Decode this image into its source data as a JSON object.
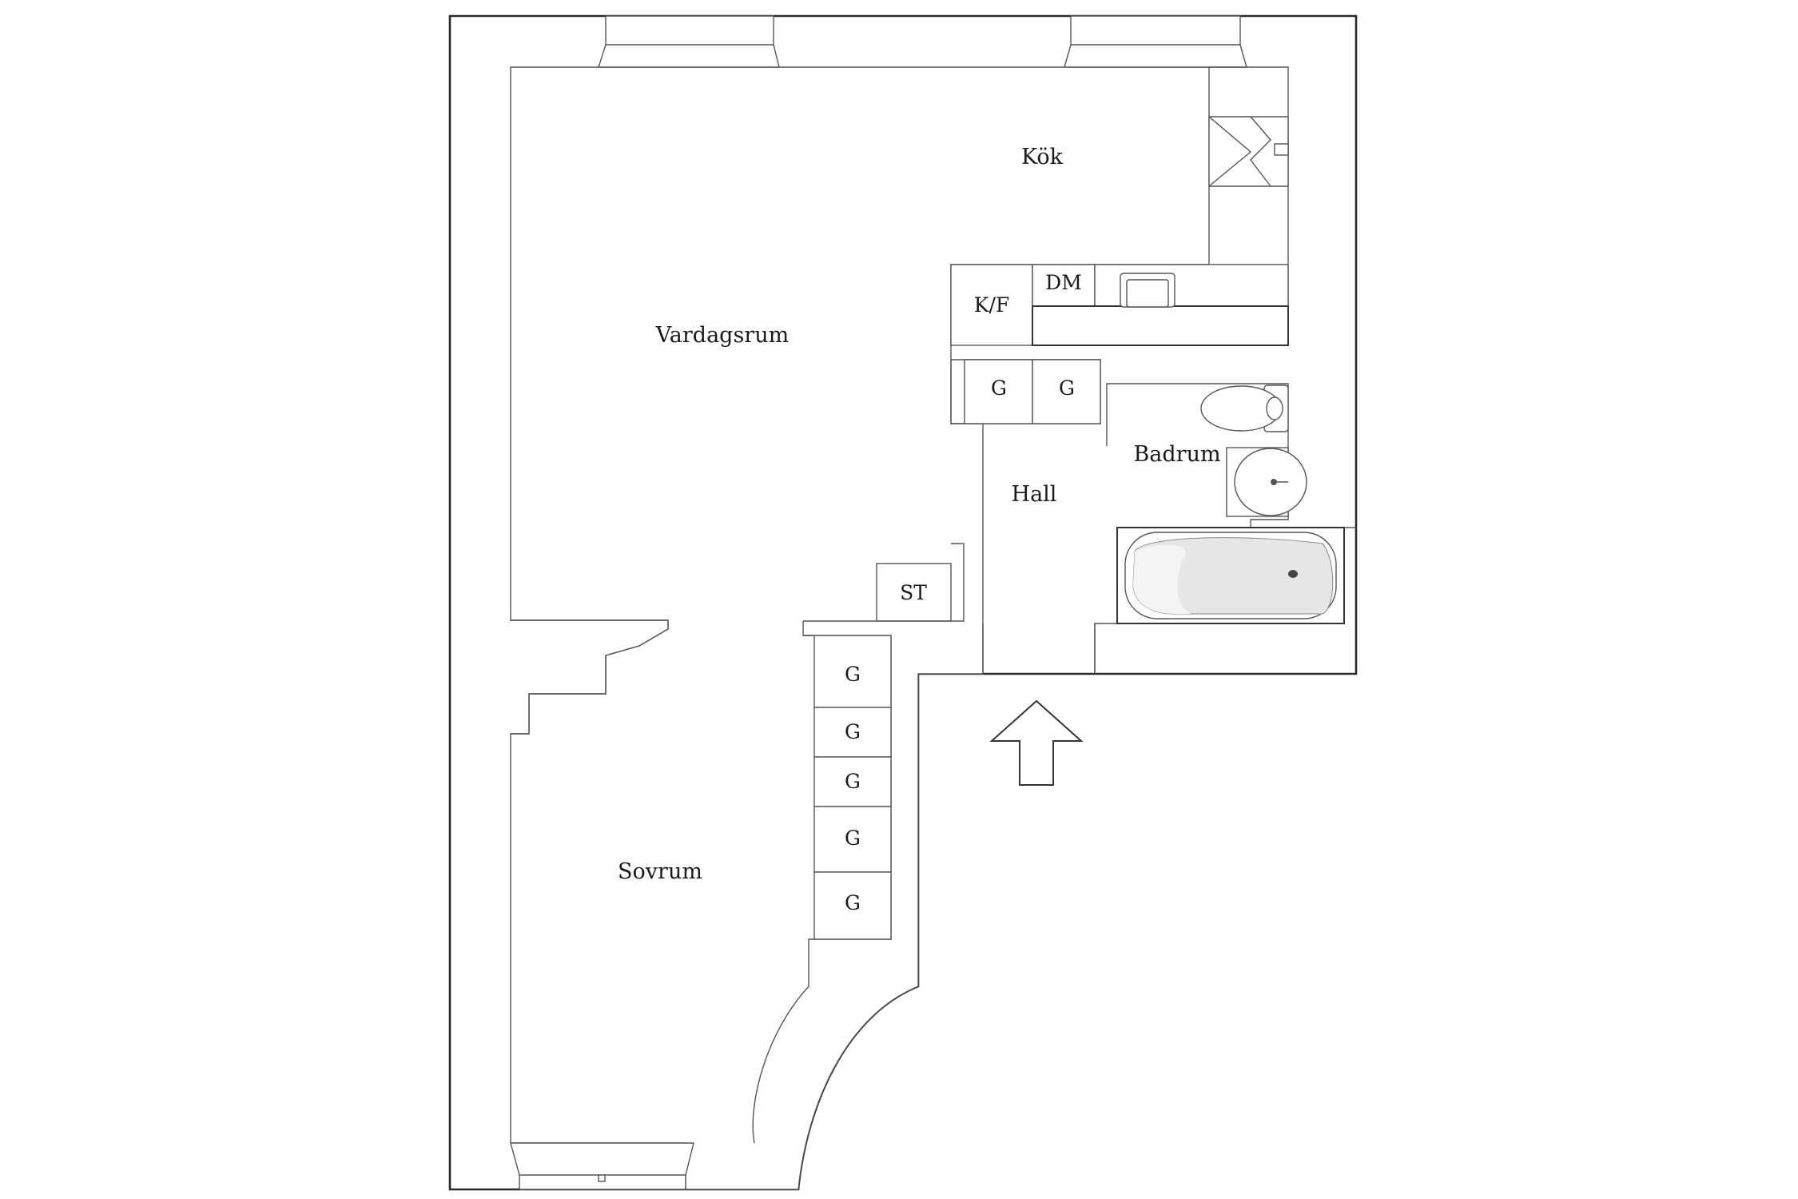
{
  "rooms": {
    "kok": "Kök",
    "vardagsrum": "Vardagsrum",
    "hall": "Hall",
    "badrum": "Badrum",
    "sovrum": "Sovrum"
  },
  "fixtures": {
    "kf": "K/F",
    "dm": "DM",
    "st": "ST",
    "hall_wardrobe_1": "G",
    "hall_wardrobe_2": "G",
    "bedroom_wardrobes": [
      "G",
      "G",
      "G",
      "G",
      "G"
    ]
  },
  "colors": {
    "wall": "#2b2b2b",
    "fixture_line": "#555555",
    "background": "#ffffff"
  },
  "icons": {
    "entrance": "entrance-arrow-icon"
  }
}
